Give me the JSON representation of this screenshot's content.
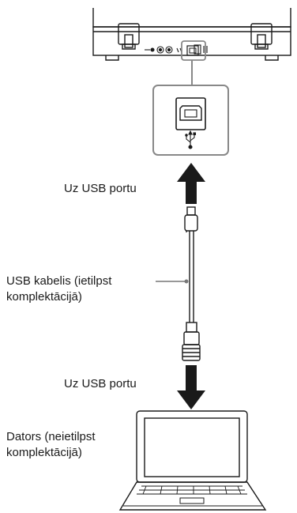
{
  "labels": {
    "to_usb_port_upper": "Uz USB portu",
    "usb_cable_line1": "USB kabelis (ietilpst",
    "usb_cable_line2": "komplektācijā)",
    "to_usb_port_lower": "Uz USB portu",
    "computer_line1": "Dators (neietilpst",
    "computer_line2": "komplektācijā)"
  },
  "icons": {
    "usb_symbol": "usb-icon",
    "arrow_up": "arrow-up-icon",
    "arrow_down": "arrow-down-icon"
  },
  "colors": {
    "line": "#1a1a1a",
    "arrow": "#1a1a1a",
    "callout_frame": "#888888",
    "laptop_screen": "#ffffff"
  }
}
